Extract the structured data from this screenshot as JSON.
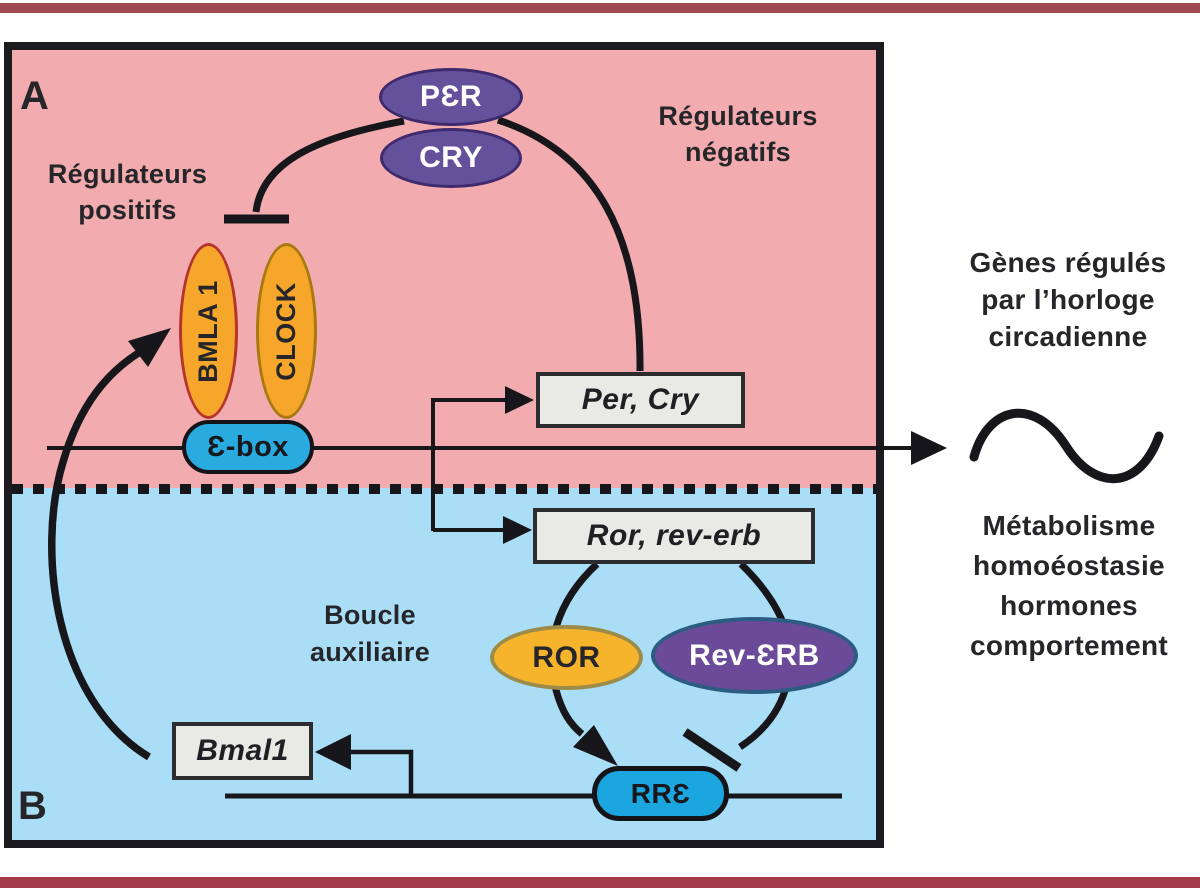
{
  "bars": {
    "top_color": "#9e4b55",
    "bottom_color": "#a33d4e"
  },
  "panel": {
    "a_label": "A",
    "b_label": "B",
    "pink_bg": "#f2abae",
    "blue_bg": "#a9def6"
  },
  "annotations": {
    "reg_pos_l1": "Régulateurs",
    "reg_pos_l2": "positifs",
    "reg_neg_l1": "Régulateurs",
    "reg_neg_l2": "négatifs",
    "boucle_l1": "Boucle",
    "boucle_l2": "auxiliaire"
  },
  "nodes": {
    "per": {
      "label": "PƐR",
      "fill": "#64519b"
    },
    "cry": {
      "label": "CRY",
      "fill": "#64519b"
    },
    "bmal1_protein": {
      "label": "BMLA 1",
      "fill": "#f6a62a",
      "border": "#b5352c"
    },
    "clock": {
      "label": "CLOCK",
      "fill": "#f6a62a",
      "border": "#a8790f"
    },
    "ebox": {
      "label": "Ɛ-box",
      "fill": "#29abdf"
    },
    "per_cry_genes": {
      "label": "Per, Cry"
    },
    "ror_reverb_genes": {
      "label": "Ror, rev-erb"
    },
    "ror": {
      "label": "ROR",
      "fill": "#f5b42c"
    },
    "rev_erb": {
      "label": "Rev-ƐRB",
      "fill": "#6a4a99"
    },
    "rre": {
      "label": "RRƐ",
      "fill": "#1ba6e0"
    },
    "bmal1_gene": {
      "label": "Bmal1"
    }
  },
  "right_column": {
    "genes_l1": "Gènes régulés",
    "genes_l2": "par l’horloge",
    "genes_l3": "circadienne",
    "effects_l1": "Métabolisme",
    "effects_l2": "homoéostasie",
    "effects_l3": "hormones",
    "effects_l4": "comportement"
  }
}
